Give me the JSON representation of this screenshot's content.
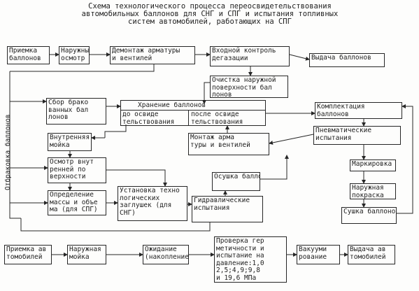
{
  "title": {
    "line1": "Схема технологического процесса переосвидетельствования",
    "line2": "автомобильных баллонов для СНГ и СПГ и испытания топливных",
    "line3": "систем автомобилей, работающих на СПГ"
  },
  "nodes": {
    "priemka_ballonov": [
      "Приемка",
      "баллонов"
    ],
    "naruzhny_osmotr": [
      "Наружный",
      "осмотр"
    ],
    "demontazh": [
      "Демонтаж арматуры",
      "и вентилей"
    ],
    "vhodnoy_kontrol": [
      "Входной контроль",
      "дегазации"
    ],
    "vydacha_ballonov": [
      "Выдача баллонов"
    ],
    "ochistka": [
      "Очистка наружной",
      "поверхности бал",
      "лонов"
    ],
    "sbor_brak": [
      "Сбор брако",
      "ванных бал",
      "лонов"
    ],
    "hranenie": [
      "Хранение баллонов"
    ],
    "do_osvid": [
      "до освиде",
      "тельствования"
    ],
    "posle_osvid": [
      "после освиде",
      "тельствования"
    ],
    "komplektaciya": [
      "Комплектация",
      "баллонов"
    ],
    "pnevmaticheskie": [
      "Пневматические",
      "испытания"
    ],
    "vnutrennyaya_moyka": [
      "Внутренняя",
      "мойка"
    ],
    "montazh": [
      "Монтаж арма",
      "туры и вентилей"
    ],
    "osmotr_vnutr": [
      "Осмотр внут",
      "ренней по",
      "верхности"
    ],
    "markirovka": [
      "Маркировка"
    ],
    "opredelenie": [
      "Определение",
      "массы и объе",
      "ма (для СПГ)"
    ],
    "ustanovka": [
      "Установка техно",
      "логических",
      "заглушек (для",
      "СНГ)"
    ],
    "sushka_ballonov_mid": [
      "Осушка баллонов"
    ],
    "gidravlicheskie": [
      "Гидравлические",
      "испытания"
    ],
    "naruzhnaya_pokraska": [
      "Наружная",
      "покраска"
    ],
    "sushka_ballonov": [
      "Сушка баллонов"
    ],
    "priemka_auto": [
      "Приемка ав",
      "томобилей"
    ],
    "naruzhnaya_moyka": [
      "Наружная",
      "мойка"
    ],
    "ozhidanie": [
      "Ожидание",
      "(накопление)"
    ],
    "proverka": [
      "Проверка гер",
      "метичности и",
      "испытание на",
      "давление:1,0",
      "2,5;4,9;9,8",
      "и 19,6 МПа"
    ],
    "vakuumirovanie": [
      "Вакууми",
      "рование"
    ],
    "vydacha_auto": [
      "Выдача ав",
      "томобилей"
    ]
  },
  "side_label": "Отбраковка баллонов"
}
